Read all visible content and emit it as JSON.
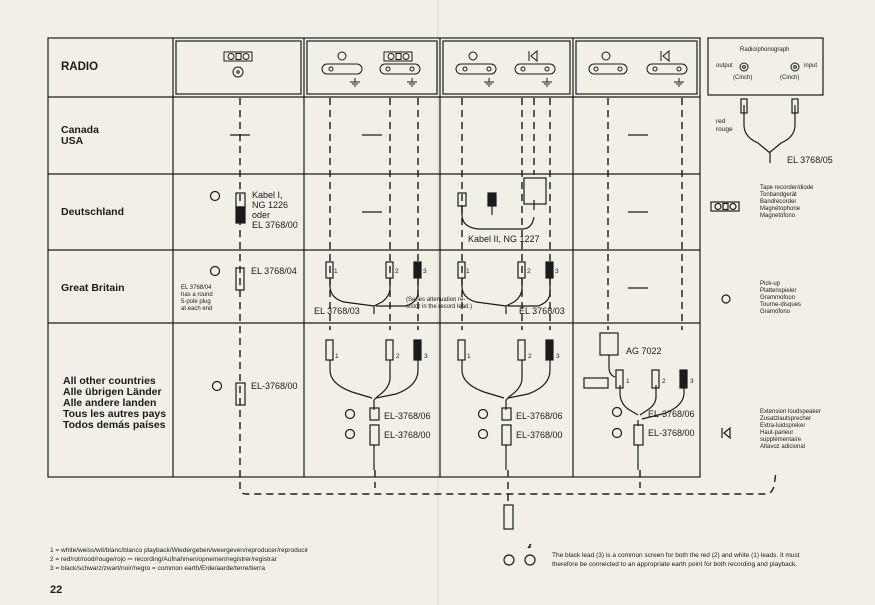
{
  "header": {
    "radio": "RADIO",
    "radio_phonograph": "Radio/phonograph",
    "output": "output",
    "input": "input",
    "cinch_left": "(Cinch)",
    "cinch_right": "(Cinch)"
  },
  "rows": {
    "canada": [
      "Canada",
      "USA"
    ],
    "deutschland": "Deutschland",
    "great_britain": "Great Britain",
    "other": [
      "All other countries",
      "Alle übrigen Länder",
      "Alle andere landen",
      "Tous les autres pays",
      "Todos demás países"
    ]
  },
  "cells": {
    "red_rouge": [
      "red",
      "rouge"
    ],
    "el_3768_05": "EL 3768/05",
    "kabel_i": [
      "Kabel I,",
      "NG 1226",
      "oder",
      "EL 3768/00"
    ],
    "kabel_ii": "Kabel II, NG 1227",
    "el_3768_04": "EL 3768/04",
    "gb_note": [
      "EL 3768/04",
      "has a round",
      "5-pole plug",
      "at each end"
    ],
    "el_3768_03_a": "EL 3768/03",
    "el_3768_03_b": "EL 3768/03",
    "series_note": [
      "(Series attenuation re-",
      "sistor in the record lead.)"
    ],
    "el_3768_00_a": "EL-3768/00",
    "el_3768_06_b": "EL-3768/06",
    "el_3768_00_b": "EL-3768/00",
    "el_3768_06_c": "EL-3768/06",
    "el_3768_00_c": "EL-3768/00",
    "el_3768_06_d": "EL-3768/06",
    "el_3768_00_d": "EL-3768/00",
    "ag_7022": "AG 7022",
    "lead_numbers": [
      "1",
      "2",
      "3"
    ]
  },
  "right_legend": {
    "tape": [
      "Tape recorder/diode",
      "Tonbandgerät",
      "Bandrecorder",
      "Magnétophone",
      "Magnetófono"
    ],
    "pickup": [
      "Pick-up",
      "Plattenspieler",
      "Grammofoon",
      "Tourne-disques",
      "Gramófono"
    ],
    "speaker": [
      "Extension loudspeaker",
      "Zusatzlautsprecher",
      "Extra-luidspreker",
      "Haut-parleur",
      "supplémentaire",
      "Altavoz adicional"
    ]
  },
  "footer": {
    "legend": [
      "1 = white/weiss/wit/blanc/blanco     playback/Wiedergeben/weergeven/reproducer/reproducir",
      "2 = red/rot/rood/rouge/rojo ⎓ recording/Aufnahmen/opnemen/registrer/registrar",
      "3 = black/schwarz/zwart/noir/negro = common earth/Erde/aarde/terre/tierra"
    ],
    "note": [
      "The black lead (3) is a common screen for both the red (2) and white (1) leads. It must",
      "therefore be connected to an appropriate earth point for both recording and playback."
    ],
    "page_number": "22"
  }
}
